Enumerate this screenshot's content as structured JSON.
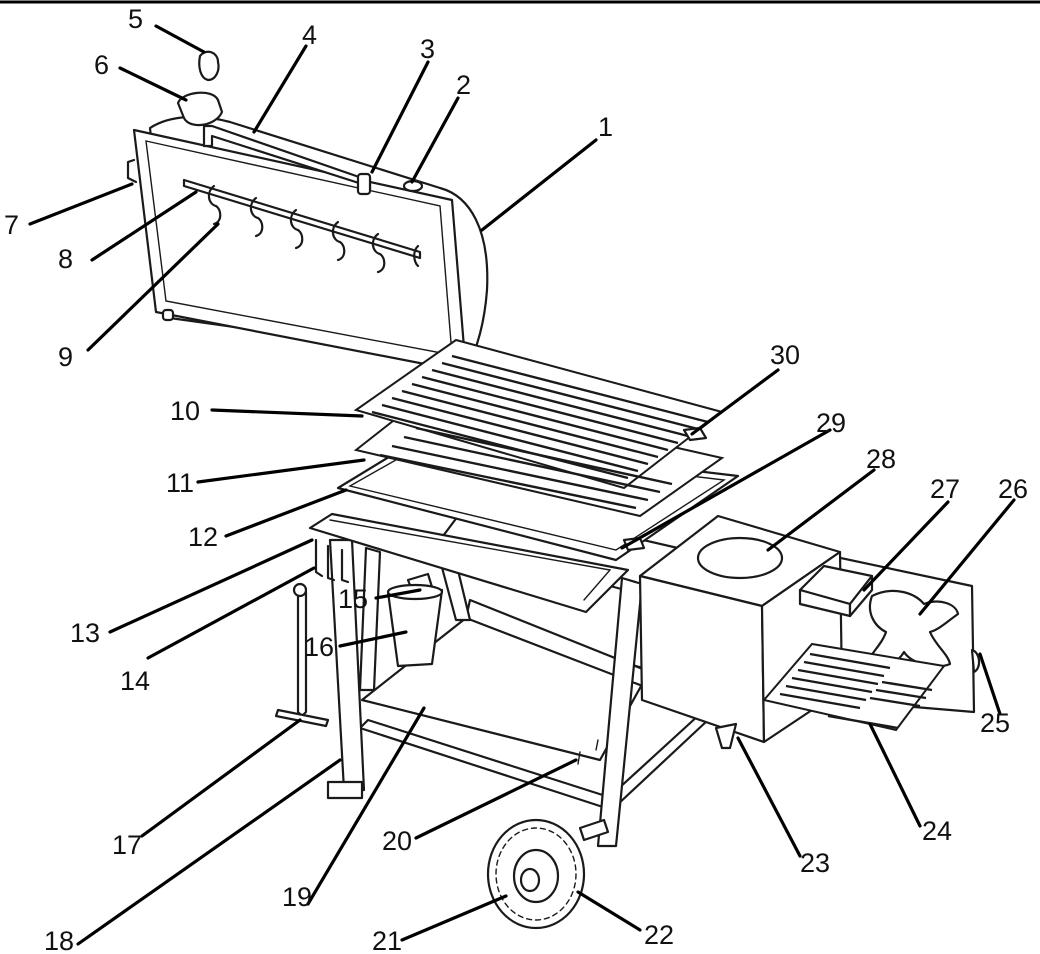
{
  "callouts": {
    "c1": "1",
    "c2": "2",
    "c3": "3",
    "c4": "4",
    "c5": "5",
    "c6": "6",
    "c7": "7",
    "c8": "8",
    "c9": "9",
    "c10": "10",
    "c11": "11",
    "c12": "12",
    "c13": "13",
    "c14": "14",
    "c15": "15",
    "c16": "16",
    "c17": "17",
    "c18": "18",
    "c19": "19",
    "c20": "20",
    "c21": "21",
    "c22": "22",
    "c23": "23",
    "c24": "24",
    "c25": "25",
    "c26": "26",
    "c27": "27",
    "c28": "28",
    "c29": "29",
    "c30": "30"
  },
  "colors": {
    "line": "#1a1a1a",
    "background": "#ffffff"
  }
}
